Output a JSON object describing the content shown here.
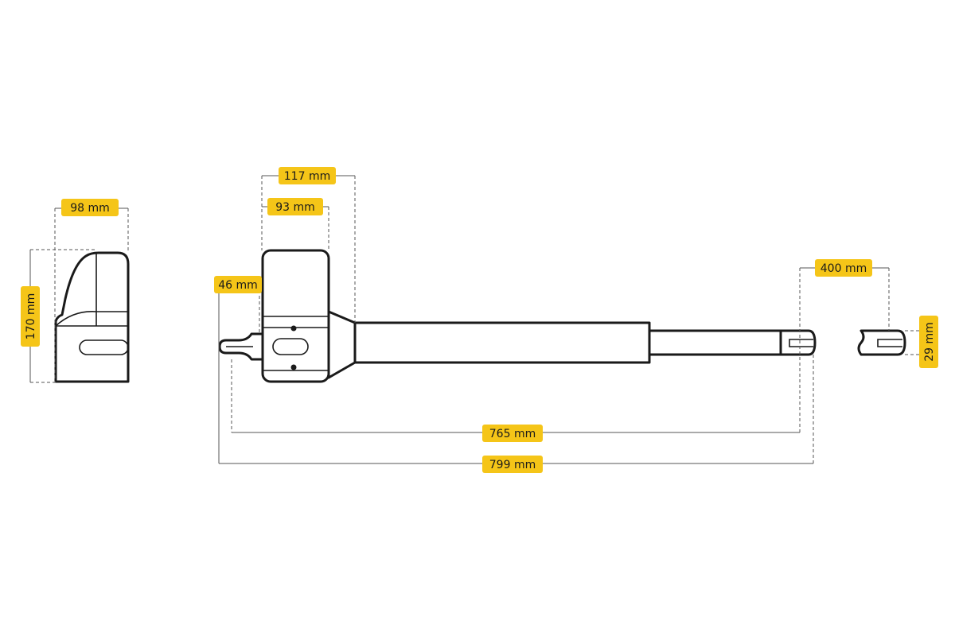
{
  "accent_color": "#f5c518",
  "dimensions": {
    "width_side": "98 mm",
    "height_side": "170 mm",
    "motor_117": "117 mm",
    "motor_93": "93 mm",
    "bracket_46": "46 mm",
    "stroke_400": "400 mm",
    "tip_29": "29 mm",
    "length_765": "765 mm",
    "length_799": "799 mm"
  }
}
